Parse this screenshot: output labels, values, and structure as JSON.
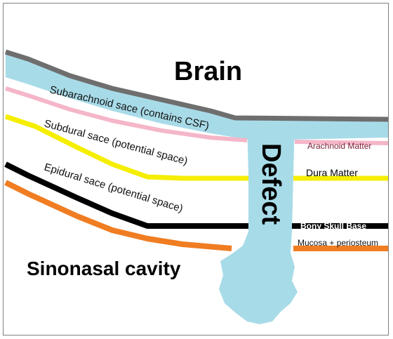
{
  "title": "Brain",
  "bottom_title": "Sinonasal cavity",
  "defect_label": "Defect",
  "layer_labels": {
    "subarachnoid": "Subarachnoid sace (contains CSF)",
    "subdural": "Subdural sace (potential space)",
    "epidural": "Epidural sace (potential space)"
  },
  "right_labels": {
    "arachnoid": "Arachnoid Matter",
    "dura": "Dura Matter",
    "bony": "Bony Skull Base",
    "mucosa": "Mucosa + periosteum"
  },
  "colors": {
    "brain_line": "#6e6e6e",
    "csf": "#a8dbe8",
    "arachnoid": "#f4b6c8",
    "dura": "#f5ee00",
    "bone": "#000000",
    "mucosa": "#f07d22",
    "arachnoid_text": "#7a1d35"
  }
}
